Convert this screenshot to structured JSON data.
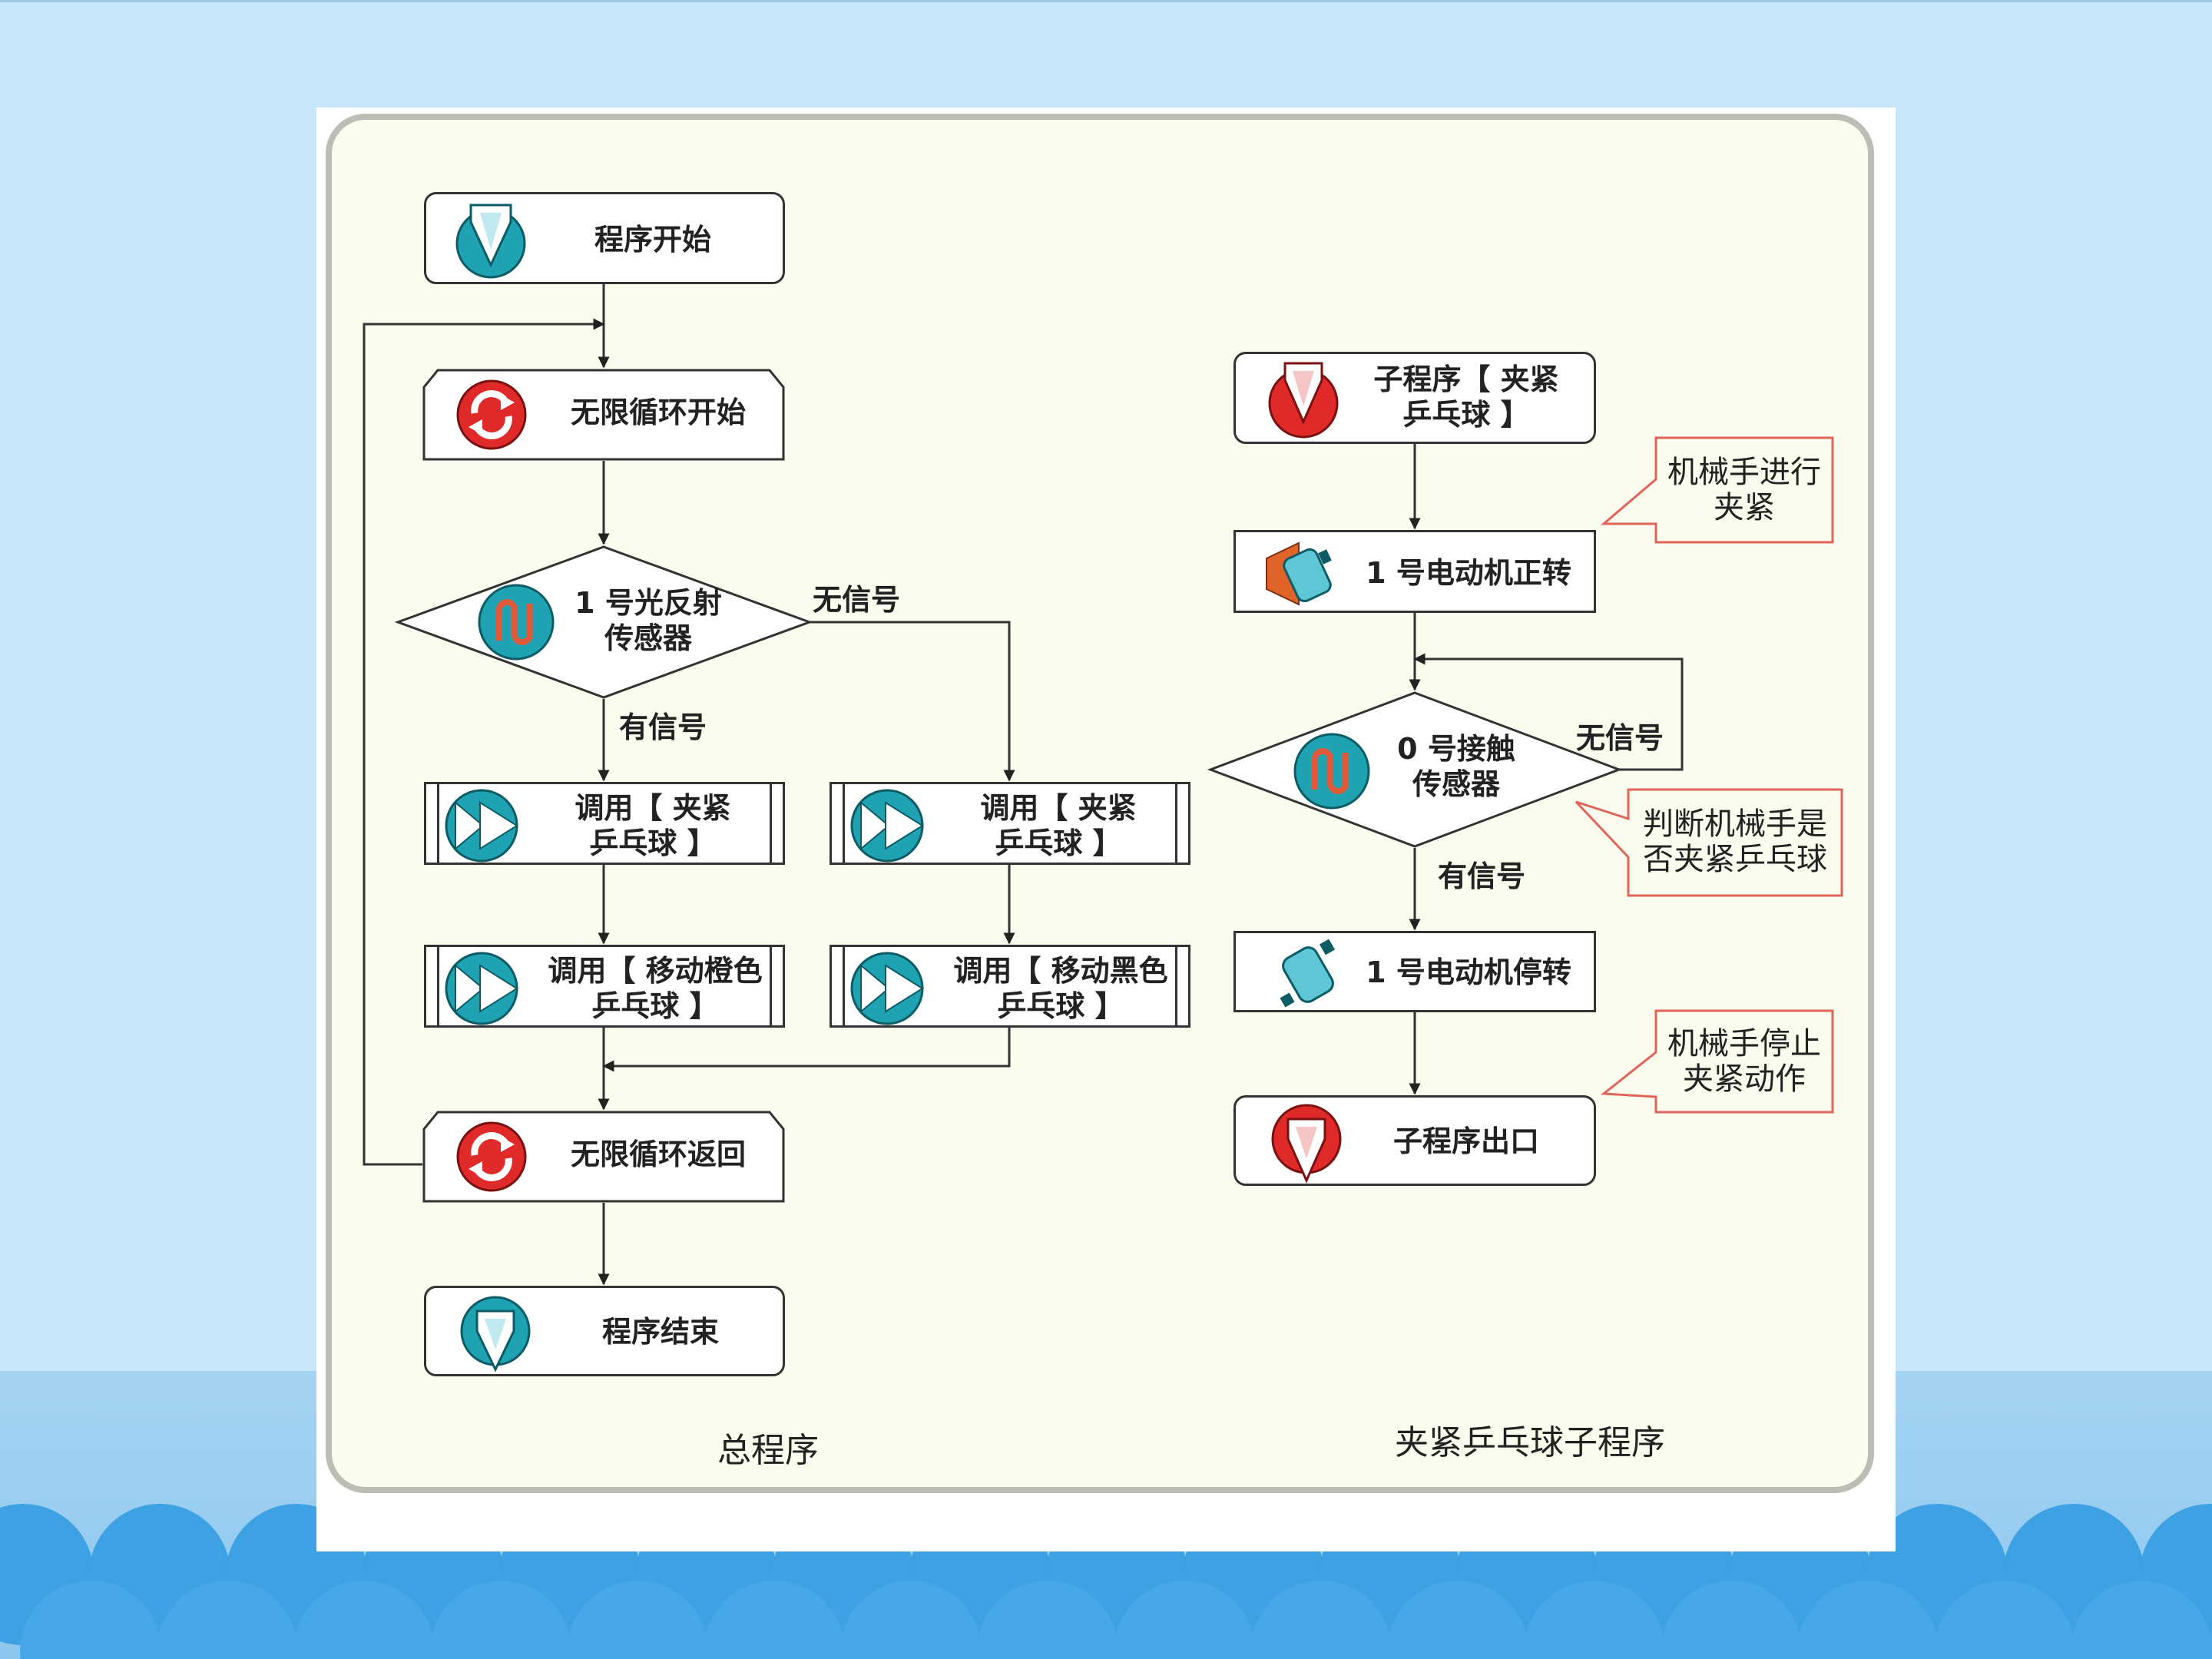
{
  "main_program": {
    "start": "程序开始",
    "loop_start": "无限循环开始",
    "sensor": [
      "1 号光反射",
      "传感器"
    ],
    "label_no_signal": "无信号",
    "label_has_signal": "有信号",
    "call_clamp_left": [
      "调用【 夹紧",
      "乒乓球 】"
    ],
    "call_clamp_right": [
      "调用【 夹紧",
      "乒乓球 】"
    ],
    "call_orange": [
      "调用【 移动橙色",
      "乒乓球 】"
    ],
    "call_black": [
      "调用【 移动黑色",
      "乒乓球 】"
    ],
    "loop_return": "无限循环返回",
    "end": "程序结束",
    "caption": "总程序"
  },
  "subroutine": {
    "start": [
      "子程序【 夹紧",
      "乒乓球 】"
    ],
    "motor_forward": "1 号电动机正转",
    "sensor": [
      "0 号接触",
      "传感器"
    ],
    "label_no_signal": "无信号",
    "label_has_signal": "有信号",
    "motor_stop": "1 号电动机停转",
    "exit": "子程序出口",
    "caption": "夹紧乒乓球子程序",
    "callout_clamp": [
      "机械手进行",
      "夹紧"
    ],
    "callout_judge": [
      "判断机械手是",
      "否夹紧乒乓球"
    ],
    "callout_stop": [
      "机械手停止",
      "夹紧动作"
    ]
  },
  "colors": {
    "teal_icon": "#1fa3b3",
    "red_icon": "#e02a2a",
    "callout_border": "#e0645a",
    "background": "#c7e6f9",
    "waves": "#7fbfe9"
  }
}
